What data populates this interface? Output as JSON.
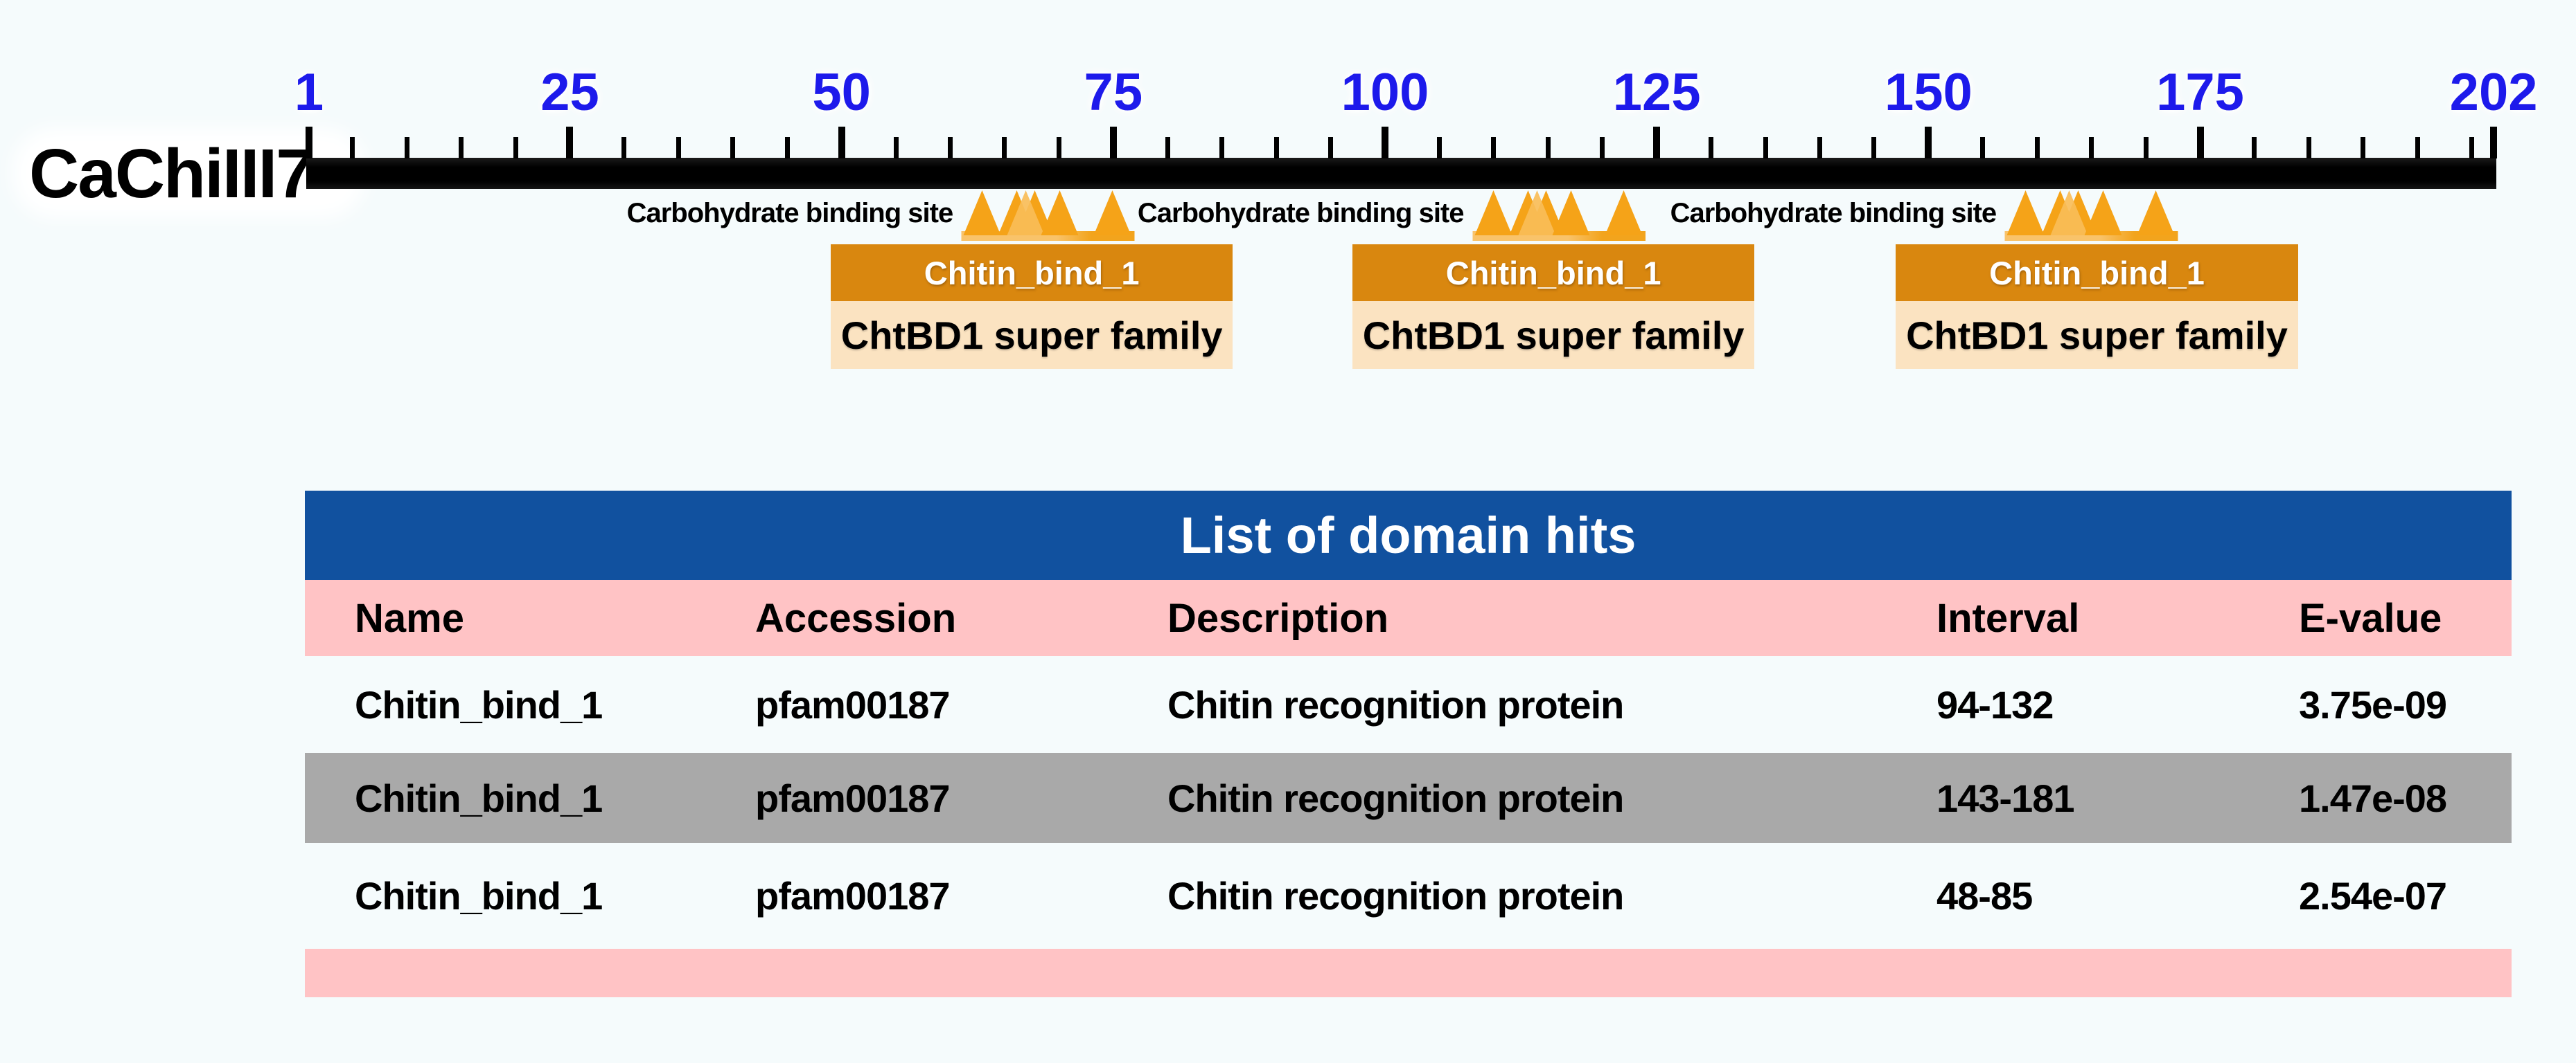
{
  "colors": {
    "page_bg": "#f5fbfc",
    "ruler_bar": "#000000",
    "ruler_label_blue": "#1d1aeb",
    "domain_orange": "#d9870f",
    "superfamily_beige": "#fbe3c1",
    "triangle_orange": "#f5a318",
    "triangle_light": "#f8bd58",
    "triangle_base_light": "#f9c36a",
    "triangle_base_dark": "#f2a41d",
    "table_title_blue": "#11519f",
    "table_header_pink": "#ffc3c5",
    "row_shaded_gray": "#a9a9a9",
    "text_black": "#000000",
    "text_white": "#ffffff"
  },
  "sequence": {
    "name": "CaChiIII7",
    "ruler": {
      "start": 1,
      "end": 202,
      "major_tick_labels": [
        "1",
        "25",
        "50",
        "75",
        "100",
        "125",
        "150",
        "175",
        "202"
      ],
      "major_tick_values": [
        1,
        25,
        50,
        75,
        100,
        125,
        150,
        175,
        202
      ],
      "minor_tick_interval": 5
    }
  },
  "features": {
    "binding_site_label": "Carbohydrate binding site",
    "binding_site_clusters": [
      {
        "span": [
          61,
          77
        ]
      },
      {
        "span": [
          108,
          124
        ]
      },
      {
        "span": [
          157,
          173
        ]
      }
    ],
    "domains": [
      {
        "label": "Chitin_bind_1",
        "superfamily": "ChtBD1 super family",
        "span": [
          49,
          86
        ]
      },
      {
        "label": "Chitin_bind_1",
        "superfamily": "ChtBD1 super family",
        "span": [
          97,
          134
        ]
      },
      {
        "label": "Chitin_bind_1",
        "superfamily": "ChtBD1 super family",
        "span": [
          147,
          184
        ]
      }
    ]
  },
  "table": {
    "title": "List of domain hits",
    "columns": [
      "Name",
      "Accession",
      "Description",
      "Interval",
      "E-value"
    ],
    "rows": [
      {
        "name": "Chitin_bind_1",
        "accession": "pfam00187",
        "description": "Chitin recognition protein",
        "interval": "94-132",
        "evalue": "3.75e-09",
        "shaded": false
      },
      {
        "name": "Chitin_bind_1",
        "accession": "pfam00187",
        "description": "Chitin recognition protein",
        "interval": "143-181",
        "evalue": "1.47e-08",
        "shaded": true
      },
      {
        "name": "Chitin_bind_1",
        "accession": "pfam00187",
        "description": "Chitin recognition protein",
        "interval": "48-85",
        "evalue": "2.54e-07",
        "shaded": false
      }
    ]
  }
}
